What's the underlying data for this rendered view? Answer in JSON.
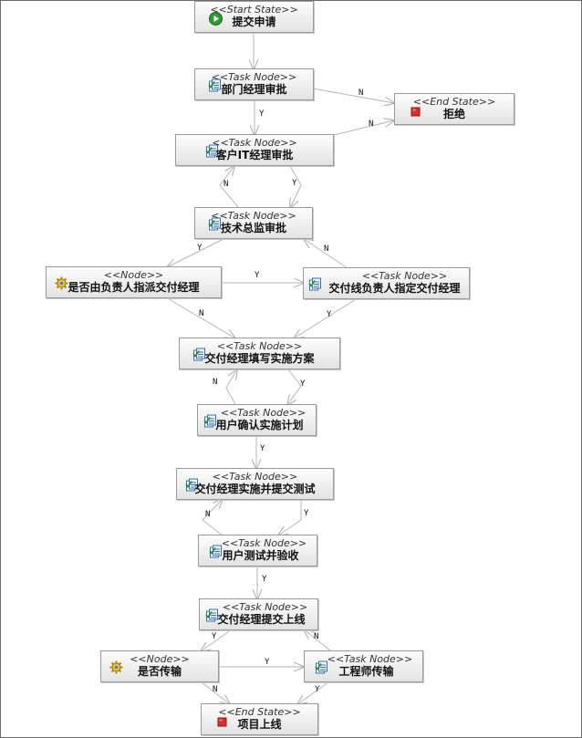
{
  "nodes": {
    "start": {
      "stereo": "<<Start State>>",
      "name": "提交申请",
      "icon": "play-icon"
    },
    "dept": {
      "stereo": "<<Task Node>>",
      "name": "部门经理审批",
      "icon": "task-icon"
    },
    "reject": {
      "stereo": "<<End State>>",
      "name": "拒绝",
      "icon": "stop-icon"
    },
    "cust": {
      "stereo": "<<Task Node>>",
      "name": "客户IT经理审批",
      "icon": "task-icon"
    },
    "tech": {
      "stereo": "<<Task Node>>",
      "name": "技术总监审批",
      "icon": "task-icon"
    },
    "decide1": {
      "stereo": "<<Node>>",
      "name": "是否由负责人指派交付经理",
      "icon": "gear-icon"
    },
    "assign": {
      "stereo": "<<Task Node>>",
      "name": "交付线负责人指定交付经理",
      "icon": "task-icon"
    },
    "plan": {
      "stereo": "<<Task Node>>",
      "name": "交付经理填写实施方案",
      "icon": "task-icon"
    },
    "confirm": {
      "stereo": "<<Task Node>>",
      "name": "用户确认实施计划",
      "icon": "task-icon"
    },
    "impl": {
      "stereo": "<<Task Node>>",
      "name": "交付经理实施并提交测试",
      "icon": "task-icon"
    },
    "test": {
      "stereo": "<<Task Node>>",
      "name": "用户测试并验收",
      "icon": "task-icon"
    },
    "golive": {
      "stereo": "<<Task Node>>",
      "name": "交付经理提交上线",
      "icon": "task-icon"
    },
    "decide2": {
      "stereo": "<<Node>>",
      "name": "是否传输",
      "icon": "gear-icon"
    },
    "eng": {
      "stereo": "<<Task Node>>",
      "name": "工程师传输",
      "icon": "task-icon"
    },
    "end": {
      "stereo": "<<End State>>",
      "name": "项目上线",
      "icon": "stop-icon"
    }
  },
  "labels": {
    "dept_reject": "N",
    "dept_cust": "Y",
    "cust_reject": "N",
    "cust_tech": "Y",
    "tech_cust": "N",
    "tech_decide1": "Y",
    "tech_back": "N",
    "decide1_assign": "Y",
    "decide1_plan": "N",
    "assign_plan": "Y",
    "plan_confirm": "Y",
    "confirm_plan": "N",
    "confirm_impl": "Y",
    "impl_test": "Y",
    "test_impl": "N",
    "test_golive": "Y",
    "golive_decide2": "Y",
    "eng_golive": "N",
    "decide2_eng": "Y",
    "decide2_end": "N",
    "eng_end": "Y"
  }
}
